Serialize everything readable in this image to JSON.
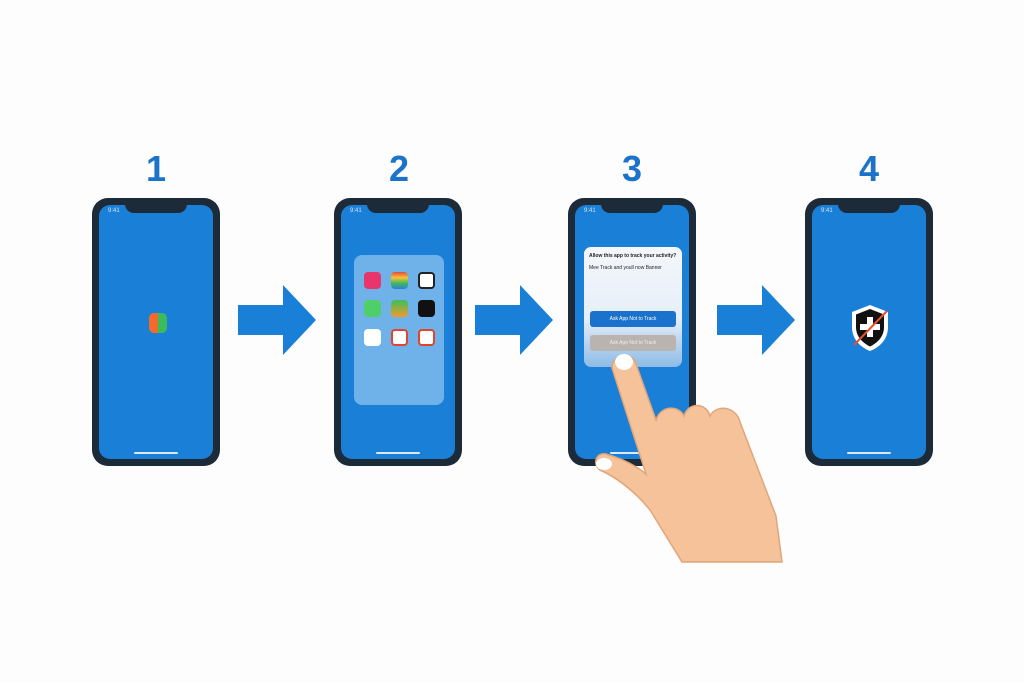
{
  "steps": [
    {
      "number": "1",
      "time": "9:41"
    },
    {
      "number": "2",
      "time": "9:41"
    },
    {
      "number": "3",
      "time": "9:41"
    },
    {
      "number": "4",
      "time": "9:41"
    }
  ],
  "dialog": {
    "title": "Allow this app to track your activity?",
    "body": "Mee Track and youll now Banner",
    "primary_button": "Ask App Not to Track",
    "secondary_button": "Ask App Not to Track"
  },
  "colors": {
    "screen": "#1a7fd6",
    "bezel": "#1d2a38",
    "arrow": "#1a7fd6",
    "number": "#1b74c9",
    "hand": "#f5c29a"
  },
  "icons": [
    "app-icon",
    "folder-icon",
    "shield-blocked-icon",
    "hand-pointer-icon",
    "arrow-right-icon"
  ]
}
